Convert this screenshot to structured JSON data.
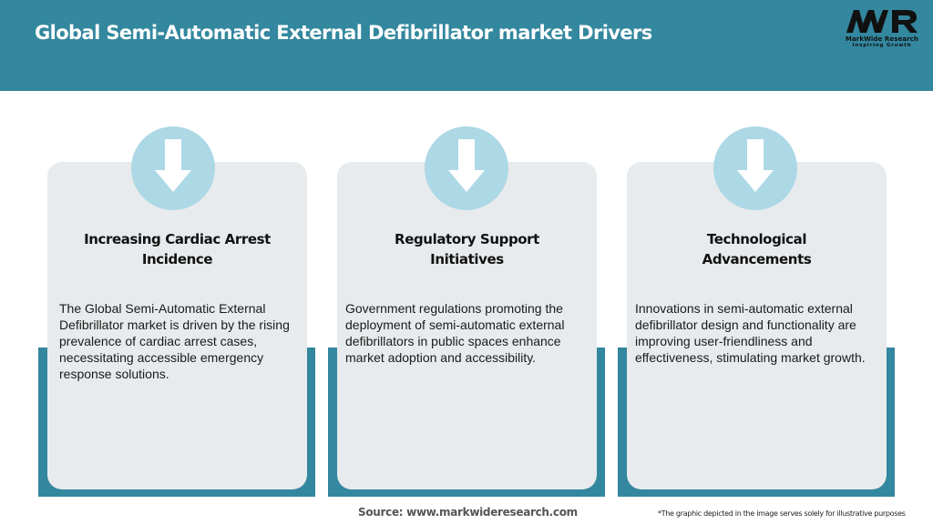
{
  "header": {
    "title": "Global Semi-Automatic External Defibrillator market Drivers",
    "background_color": "#33879e"
  },
  "logo": {
    "mark": "MWR",
    "name": "MarkWide Research",
    "tagline": "Inspiring Growth"
  },
  "cards": [
    {
      "icon": "arrow-down-icon",
      "title": "Increasing Cardiac Arrest Incidence",
      "body": "The Global Semi-Automatic External Defibrillator market is driven by the rising prevalence of cardiac arrest cases, necessitating accessible emergency response solutions."
    },
    {
      "icon": "arrow-down-icon",
      "title": "Regulatory Support Initiatives",
      "body": "Government regulations promoting the deployment of semi-automatic external defibrillators in public spaces enhance market adoption and accessibility."
    },
    {
      "icon": "arrow-down-icon",
      "title": "Technological Advancements",
      "body": "Innovations in semi-automatic external defibrillator design and functionality are improving user-friendliness and effectiveness, stimulating market growth."
    }
  ],
  "colors": {
    "accent": "#33879e",
    "card_bg": "#e8ebed",
    "circle": "#add8e6"
  },
  "footer": {
    "source": "Source: www.markwideresearch.com",
    "disclaimer": "*The graphic depicted in the image serves solely for illustrative purposes"
  }
}
